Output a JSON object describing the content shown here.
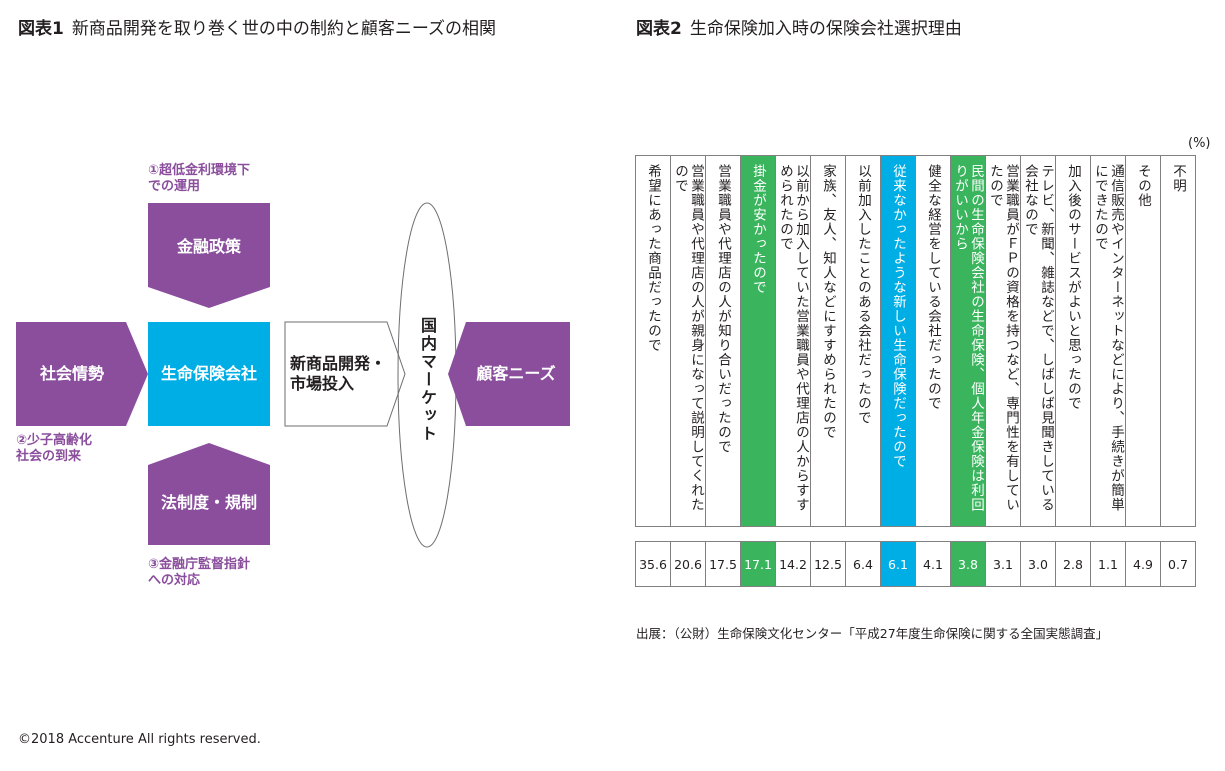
{
  "figure1": {
    "label": "図表1",
    "title": "新商品開発を取り巻く世の中の制約と顧客ニーズの相関",
    "nodes": {
      "finance_policy": "金融政策",
      "social_situation": "社会情勢",
      "life_insurer": "生命保険会社",
      "law_regulation": "法制度・規制",
      "new_product_line1": "新商品開発・",
      "new_product_line2": "市場投入",
      "domestic_market": "国内マーケット",
      "customer_needs": "顧客ニーズ"
    },
    "notes": {
      "note1_line1": "①超低金利環境下",
      "note1_line2": "での運用",
      "note2_line1": "②少子高齢化",
      "note2_line2": "社会の到来",
      "note3_line1": "③金融庁監督指針",
      "note3_line2": "への対応"
    },
    "colors": {
      "purple": "#8a4e9c",
      "cyan": "#00aee6"
    }
  },
  "figure2": {
    "label": "図表2",
    "title": "生命保険加入時の保険会社選択理由",
    "unit": "(%)",
    "source": "出展：（公財）生命保険文化センター「平成27年度生命保険に関する全国実態調査」",
    "colors": {
      "green": "#3ab55e",
      "cyan": "#00aee6"
    }
  },
  "chart_data": {
    "type": "table",
    "title": "生命保険加入時の保険会社選択理由",
    "unit": "%",
    "categories": [
      "希望にあった商品だったので",
      "営業職員や代理店の人が親身になって説明してくれたので",
      "営業職員や代理店の人が知り合いだったので",
      "掛金が安かったので",
      "以前から加入していた営業職員や代理店の人からすすめられたので",
      "家族、友人、知人などにすすめられたので",
      "以前加入したことのある会社だったので",
      "従来なかったような新しい生命保険だったので",
      "健全な経営をしている会社だったので",
      "民間の生命保険会社の生命保険、個人年金保険は利回りがいいから",
      "営業職員がＦＰの資格を持つなど、専門性を有していたので",
      "テレビ、新聞、雑誌などで、しばしば見聞きしている会社なので",
      "加入後のサービスがよいと思ったので",
      "通信販売やインターネットなどにより、手続きが簡単にできたので",
      "その他",
      "不明"
    ],
    "values_text": [
      "35.6",
      "20.6",
      "17.5",
      "17.1",
      "14.2",
      "12.5",
      "6.4",
      "6.1",
      "4.1",
      "3.8",
      "3.1",
      "3.0",
      "2.8",
      "1.1",
      "4.9",
      "0.7"
    ],
    "values": [
      35.6,
      20.6,
      17.5,
      17.1,
      14.2,
      12.5,
      6.4,
      6.1,
      4.1,
      3.8,
      3.1,
      3.0,
      2.8,
      1.1,
      4.9,
      0.7
    ],
    "highlight": [
      "",
      "",
      "",
      "green",
      "",
      "",
      "",
      "cyan",
      "",
      "green",
      "",
      "",
      "",
      "",
      "",
      ""
    ]
  },
  "footer": {
    "copyright": "©2018 Accenture All rights reserved."
  }
}
